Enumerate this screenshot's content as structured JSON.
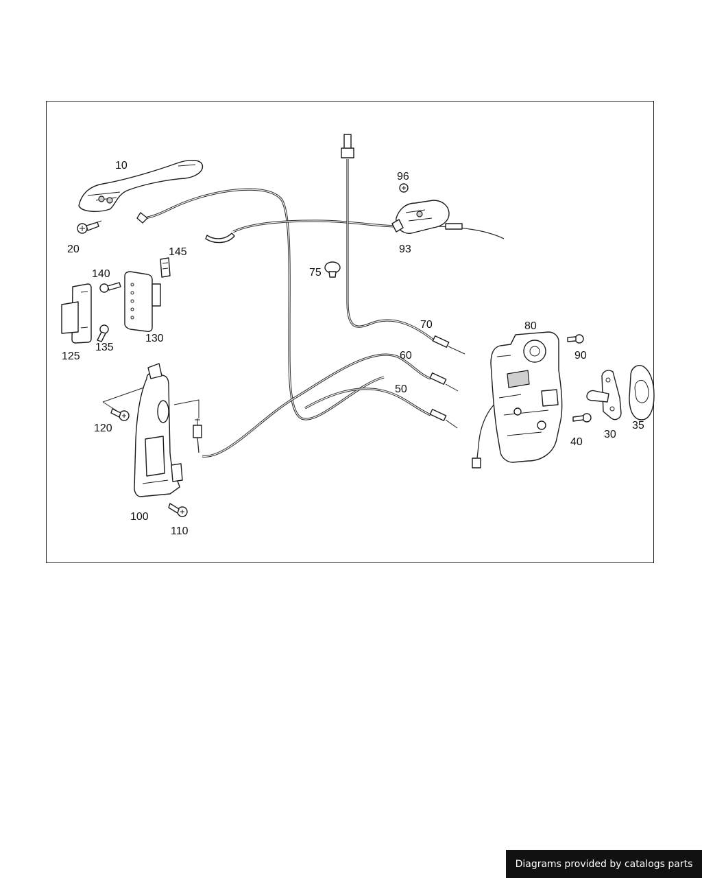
{
  "diagram": {
    "callouts": {
      "p10": "10",
      "p20": "20",
      "p145": "145",
      "p140": "140",
      "p130": "130",
      "p125": "125",
      "p135": "135",
      "p96": "96",
      "p93": "93",
      "p75": "75",
      "p70": "70",
      "p60": "60",
      "p50": "50",
      "p80": "80",
      "p90": "90",
      "p40": "40",
      "p30": "30",
      "p35": "35",
      "p120": "120",
      "p100": "100",
      "p110": "110"
    }
  },
  "footer": {
    "text": "Diagrams provided by catalogs parts",
    "background_color": "#111111",
    "text_color": "#ffffff"
  }
}
